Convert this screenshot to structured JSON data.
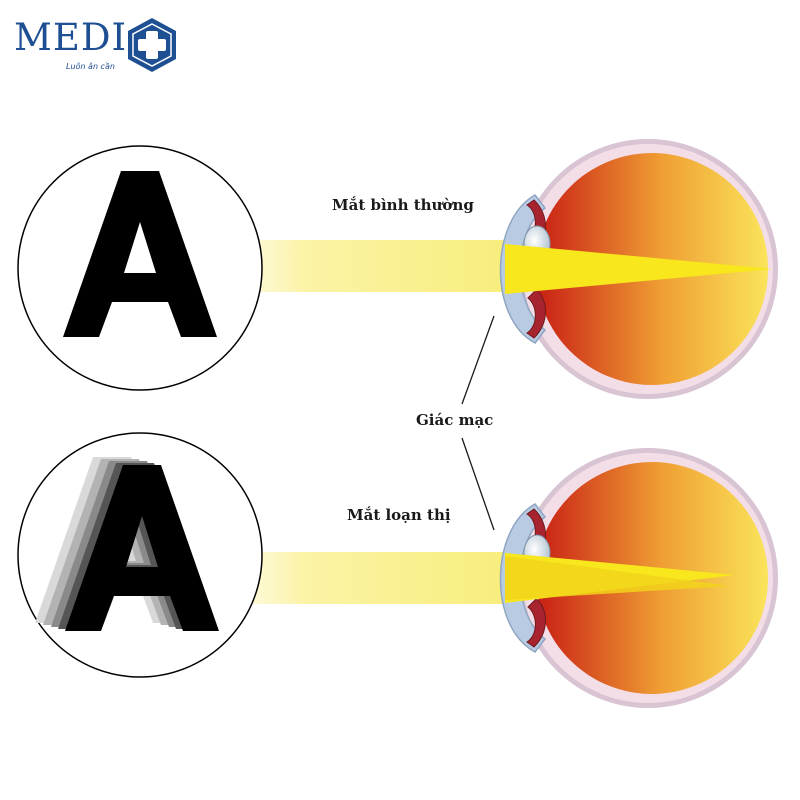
{
  "logo": {
    "word": "MEDI",
    "tagline": "Luôn ân cần",
    "colors": {
      "brand_blue": "#1e4f93",
      "cross": "#ffffff"
    }
  },
  "letter_chart": {
    "letter": "A"
  },
  "labels": {
    "normal_eye": "Mắt bình thường",
    "cornea": "Giác mạc",
    "astigmatic_eye": "Mắt loạn thị"
  },
  "colors": {
    "light_beam": "#fbf3a6",
    "focus_cone": "#f7e71c",
    "eye_red": "#c81e14",
    "eye_orange": "#f0a034",
    "eye_yellow": "#fae45a",
    "sclera": "#f3dde7",
    "cornea": "#b9cbe2",
    "ink": "#000000"
  }
}
